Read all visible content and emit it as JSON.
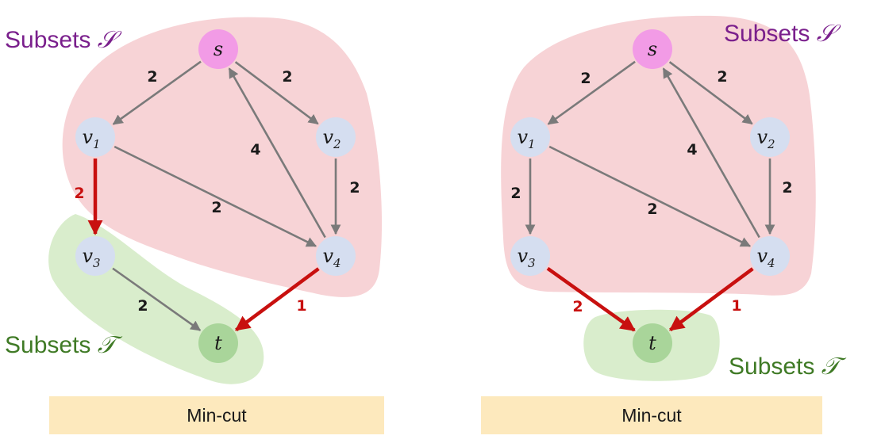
{
  "colors": {
    "source_region": "#f7d3d6",
    "sink_region": "#d9edcc",
    "node_default": "#d5def0",
    "node_source": "#f29be6",
    "node_sink": "#a9d59a",
    "edge_normal": "#7a7a7a",
    "edge_cut": "#c8100f",
    "label_source_region": "#7a1f8c",
    "label_sink_region": "#3f7a25",
    "caption_bg": "#fde9bd"
  },
  "panels": [
    {
      "id": "left",
      "source_label": {
        "text": "Subsets ",
        "symbol": "𝒮"
      },
      "sink_label": {
        "text": "Subsets ",
        "symbol": "𝒯"
      },
      "caption": "Min-cut",
      "nodes": [
        {
          "id": "s",
          "letter": "s",
          "sub": ""
        },
        {
          "id": "v1",
          "letter": "v",
          "sub": "1"
        },
        {
          "id": "v2",
          "letter": "v",
          "sub": "2"
        },
        {
          "id": "v3",
          "letter": "v",
          "sub": "3"
        },
        {
          "id": "v4",
          "letter": "v",
          "sub": "4"
        },
        {
          "id": "t",
          "letter": "t",
          "sub": ""
        }
      ],
      "edges": [
        {
          "from": "s",
          "to": "v1",
          "weight": "2",
          "cut": false
        },
        {
          "from": "s",
          "to": "v2",
          "weight": "2",
          "cut": false
        },
        {
          "from": "v4",
          "to": "s",
          "weight": "4",
          "cut": false
        },
        {
          "from": "v1",
          "to": "v4",
          "weight": "2",
          "cut": false
        },
        {
          "from": "v2",
          "to": "v4",
          "weight": "2",
          "cut": false
        },
        {
          "from": "v1",
          "to": "v3",
          "weight": "2",
          "cut": true
        },
        {
          "from": "v3",
          "to": "t",
          "weight": "2",
          "cut": false
        },
        {
          "from": "v4",
          "to": "t",
          "weight": "1",
          "cut": true
        }
      ]
    },
    {
      "id": "right",
      "source_label": {
        "text": "Subsets ",
        "symbol": "𝒮"
      },
      "sink_label": {
        "text": "Subsets ",
        "symbol": "𝒯"
      },
      "caption": "Min-cut",
      "nodes": [
        {
          "id": "s",
          "letter": "s",
          "sub": ""
        },
        {
          "id": "v1",
          "letter": "v",
          "sub": "1"
        },
        {
          "id": "v2",
          "letter": "v",
          "sub": "2"
        },
        {
          "id": "v3",
          "letter": "v",
          "sub": "3"
        },
        {
          "id": "v4",
          "letter": "v",
          "sub": "4"
        },
        {
          "id": "t",
          "letter": "t",
          "sub": ""
        }
      ],
      "edges": [
        {
          "from": "s",
          "to": "v1",
          "weight": "2",
          "cut": false
        },
        {
          "from": "s",
          "to": "v2",
          "weight": "2",
          "cut": false
        },
        {
          "from": "v4",
          "to": "s",
          "weight": "4",
          "cut": false
        },
        {
          "from": "v1",
          "to": "v4",
          "weight": "2",
          "cut": false
        },
        {
          "from": "v2",
          "to": "v4",
          "weight": "2",
          "cut": false
        },
        {
          "from": "v1",
          "to": "v3",
          "weight": "2",
          "cut": false
        },
        {
          "from": "v3",
          "to": "t",
          "weight": "2",
          "cut": true
        },
        {
          "from": "v4",
          "to": "t",
          "weight": "1",
          "cut": true
        }
      ]
    }
  ]
}
